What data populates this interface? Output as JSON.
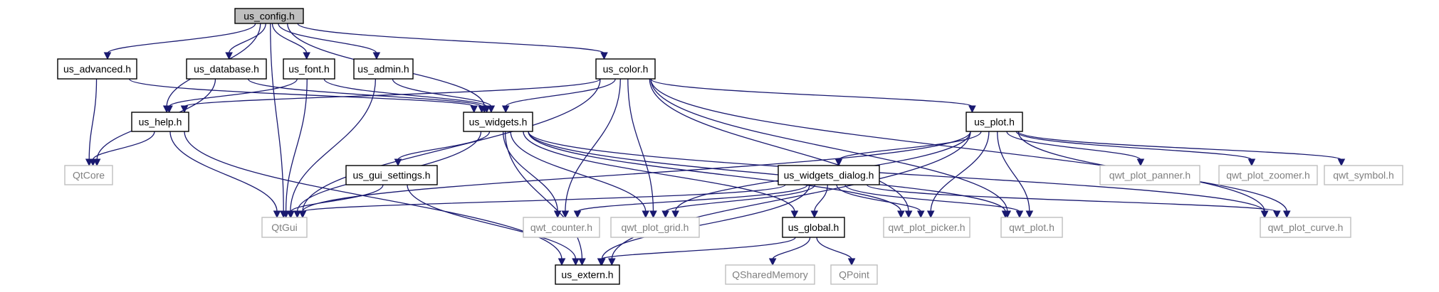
{
  "diagram": {
    "colors": {
      "edge": "#191970",
      "focus_fill": "#bfbfbf",
      "focus_border": "#000000",
      "local_border": "#000000",
      "external_border": "#bfbfbf",
      "external_text": "#808080",
      "local_text": "#000000"
    },
    "nodes": [
      {
        "id": "us_config",
        "label": "us_config.h",
        "kind": "focus"
      },
      {
        "id": "us_advanced",
        "label": "us_advanced.h",
        "kind": "local"
      },
      {
        "id": "us_database",
        "label": "us_database.h",
        "kind": "local"
      },
      {
        "id": "us_font",
        "label": "us_font.h",
        "kind": "local"
      },
      {
        "id": "us_admin",
        "label": "us_admin.h",
        "kind": "local"
      },
      {
        "id": "us_color",
        "label": "us_color.h",
        "kind": "local"
      },
      {
        "id": "us_help",
        "label": "us_help.h",
        "kind": "local"
      },
      {
        "id": "us_widgets",
        "label": "us_widgets.h",
        "kind": "local"
      },
      {
        "id": "us_plot",
        "label": "us_plot.h",
        "kind": "local"
      },
      {
        "id": "QtCore",
        "label": "QtCore",
        "kind": "external"
      },
      {
        "id": "us_gui_settings",
        "label": "us_gui_settings.h",
        "kind": "local"
      },
      {
        "id": "us_widgets_dialog",
        "label": "us_widgets_dialog.h",
        "kind": "local"
      },
      {
        "id": "qwt_plot_panner",
        "label": "qwt_plot_panner.h",
        "kind": "external"
      },
      {
        "id": "qwt_plot_zoomer",
        "label": "qwt_plot_zoomer.h",
        "kind": "external"
      },
      {
        "id": "qwt_symbol",
        "label": "qwt_symbol.h",
        "kind": "external"
      },
      {
        "id": "QtGui",
        "label": "QtGui",
        "kind": "external"
      },
      {
        "id": "qwt_counter",
        "label": "qwt_counter.h",
        "kind": "external"
      },
      {
        "id": "qwt_plot_grid",
        "label": "qwt_plot_grid.h",
        "kind": "external"
      },
      {
        "id": "us_global",
        "label": "us_global.h",
        "kind": "local"
      },
      {
        "id": "qwt_plot_picker",
        "label": "qwt_plot_picker.h",
        "kind": "external"
      },
      {
        "id": "qwt_plot",
        "label": "qwt_plot.h",
        "kind": "external"
      },
      {
        "id": "qwt_plot_curve",
        "label": "qwt_plot_curve.h",
        "kind": "external"
      },
      {
        "id": "QSharedMemory",
        "label": "QSharedMemory",
        "kind": "external"
      },
      {
        "id": "QPoint",
        "label": "QPoint",
        "kind": "external"
      },
      {
        "id": "us_extern",
        "label": "us_extern.h",
        "kind": "local"
      }
    ],
    "edges": [
      [
        "us_config",
        "QtGui"
      ],
      [
        "us_config",
        "us_advanced"
      ],
      [
        "us_config",
        "us_help"
      ],
      [
        "us_config",
        "us_database"
      ],
      [
        "us_config",
        "us_font"
      ],
      [
        "us_config",
        "us_admin"
      ],
      [
        "us_config",
        "us_widgets"
      ],
      [
        "us_config",
        "us_color"
      ],
      [
        "us_advanced",
        "QtCore"
      ],
      [
        "us_advanced",
        "us_widgets"
      ],
      [
        "us_database",
        "QtCore"
      ],
      [
        "us_database",
        "us_widgets"
      ],
      [
        "us_font",
        "us_help"
      ],
      [
        "us_font",
        "QtGui"
      ],
      [
        "us_font",
        "us_widgets"
      ],
      [
        "us_admin",
        "QtGui"
      ],
      [
        "us_admin",
        "us_widgets"
      ],
      [
        "us_color",
        "us_help"
      ],
      [
        "us_color",
        "us_widgets"
      ],
      [
        "us_color",
        "QtGui"
      ],
      [
        "us_color",
        "qwt_counter"
      ],
      [
        "us_color",
        "qwt_plot_grid"
      ],
      [
        "us_color",
        "qwt_plot_picker"
      ],
      [
        "us_color",
        "us_plot"
      ],
      [
        "us_color",
        "qwt_plot"
      ],
      [
        "us_color",
        "qwt_plot_curve"
      ],
      [
        "us_help",
        "QtCore"
      ],
      [
        "us_help",
        "QtGui"
      ],
      [
        "us_help",
        "us_extern"
      ],
      [
        "us_widgets",
        "QtGui"
      ],
      [
        "us_widgets",
        "us_gui_settings"
      ],
      [
        "us_widgets",
        "us_extern"
      ],
      [
        "us_widgets",
        "qwt_counter"
      ],
      [
        "us_widgets",
        "qwt_plot_grid"
      ],
      [
        "us_widgets",
        "us_global"
      ],
      [
        "us_widgets",
        "qwt_plot_picker"
      ],
      [
        "us_widgets",
        "qwt_plot"
      ],
      [
        "us_widgets",
        "qwt_plot_curve"
      ],
      [
        "us_gui_settings",
        "QtGui"
      ],
      [
        "us_gui_settings",
        "us_extern"
      ],
      [
        "us_plot",
        "QtGui"
      ],
      [
        "us_plot",
        "us_extern"
      ],
      [
        "us_plot",
        "qwt_plot_grid"
      ],
      [
        "us_plot",
        "us_widgets_dialog"
      ],
      [
        "us_plot",
        "qwt_plot_picker"
      ],
      [
        "us_plot",
        "qwt_plot"
      ],
      [
        "us_plot",
        "qwt_plot_panner"
      ],
      [
        "us_plot",
        "qwt_plot_zoomer"
      ],
      [
        "us_plot",
        "qwt_symbol"
      ],
      [
        "us_plot",
        "qwt_plot_curve"
      ],
      [
        "us_widgets_dialog",
        "QtGui"
      ],
      [
        "us_widgets_dialog",
        "qwt_counter"
      ],
      [
        "us_widgets_dialog",
        "qwt_plot_grid"
      ],
      [
        "us_widgets_dialog",
        "us_global"
      ],
      [
        "us_widgets_dialog",
        "qwt_plot_picker"
      ],
      [
        "us_widgets_dialog",
        "qwt_plot"
      ],
      [
        "us_widgets_dialog",
        "qwt_plot_curve"
      ],
      [
        "us_widgets_dialog",
        "us_extern"
      ],
      [
        "us_global",
        "QSharedMemory"
      ],
      [
        "us_global",
        "QPoint"
      ],
      [
        "us_global",
        "us_extern"
      ]
    ]
  }
}
